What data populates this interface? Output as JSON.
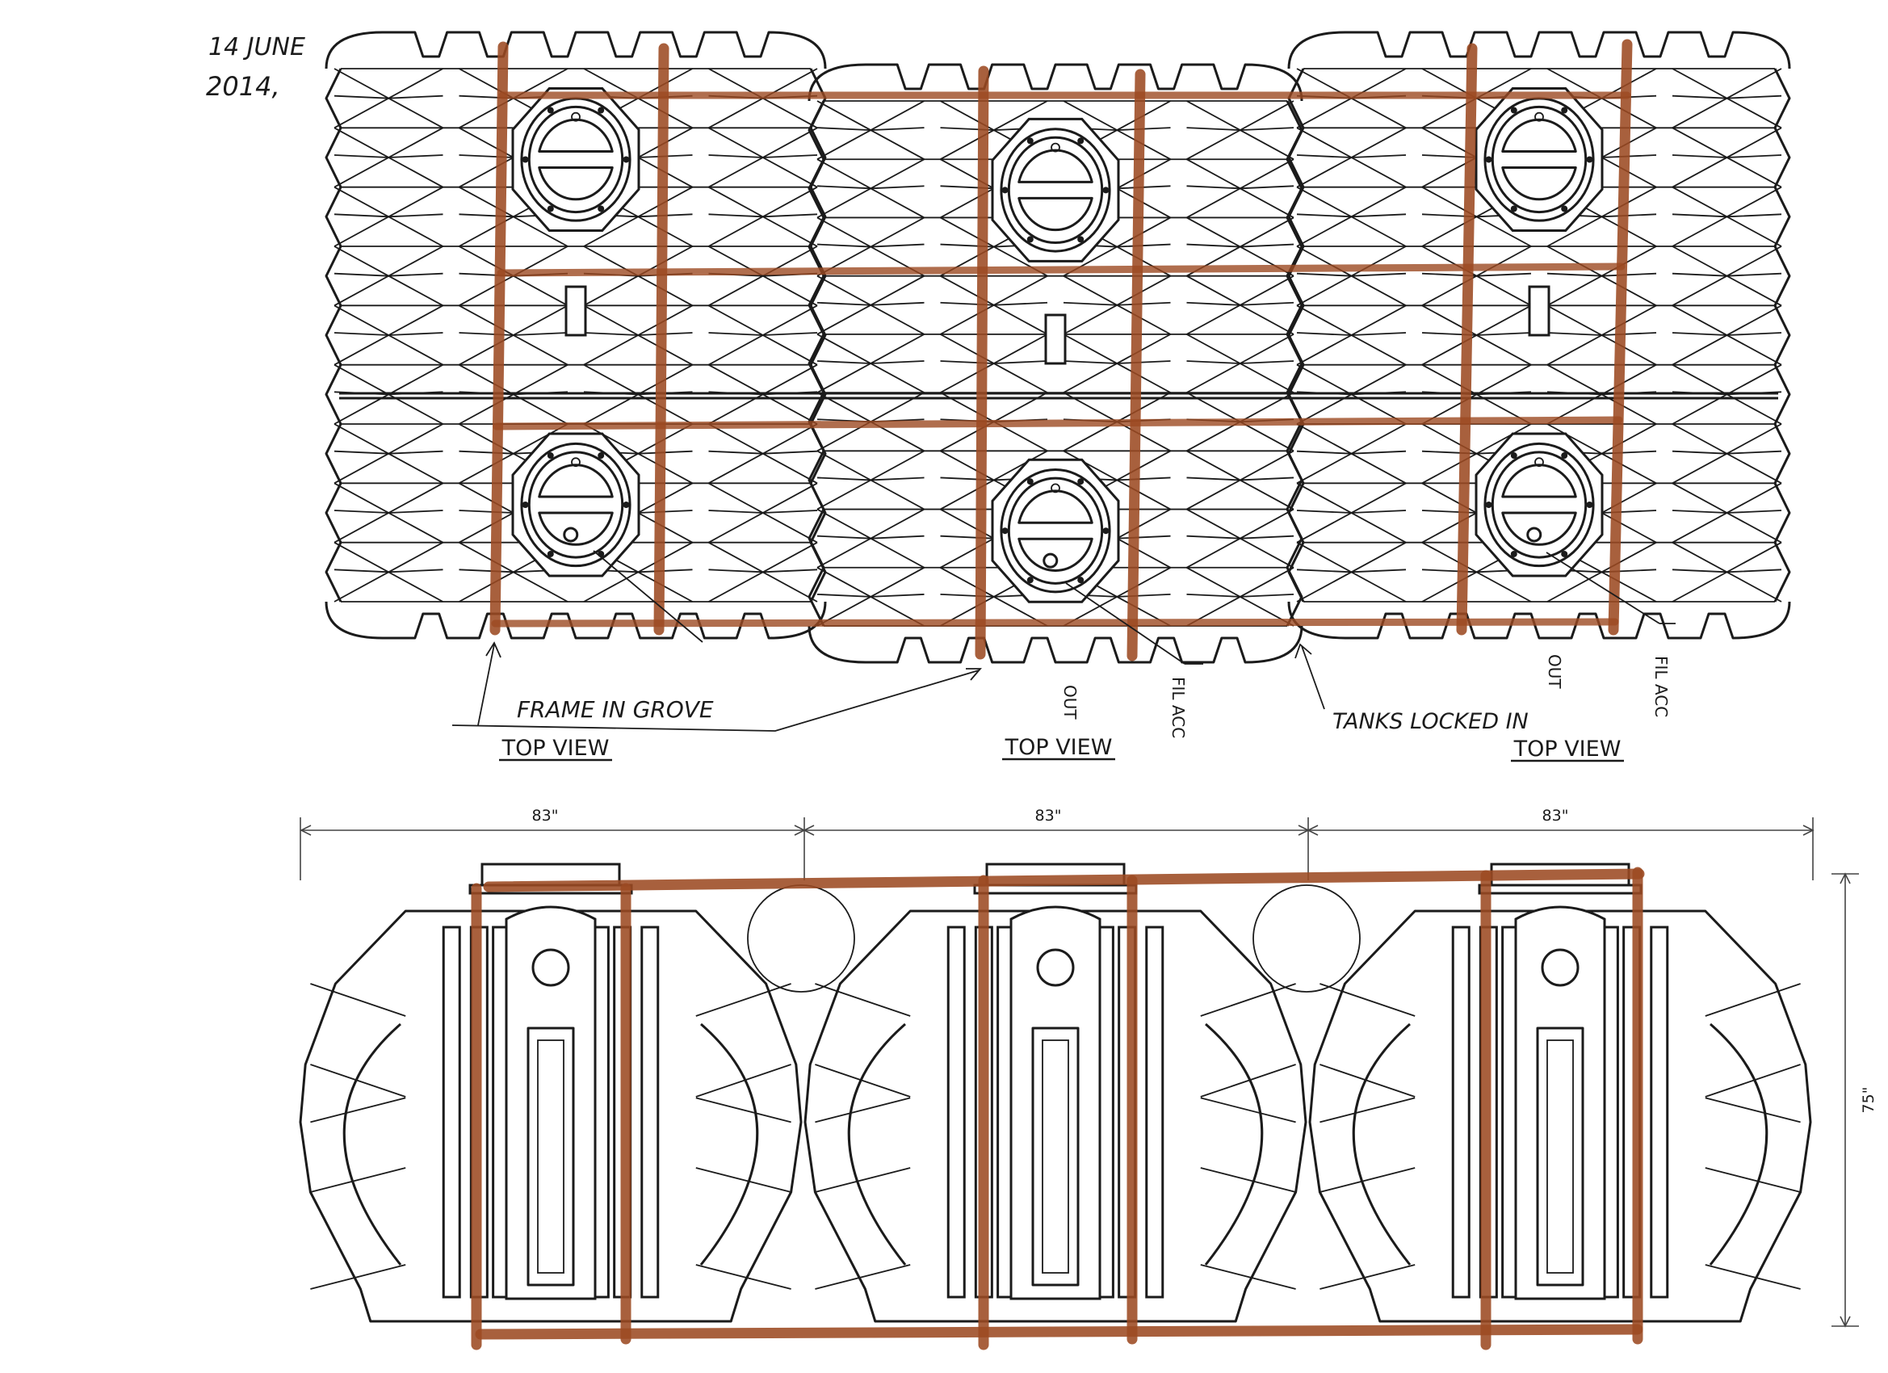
{
  "handwritten_date": {
    "line1": "14 JUNE",
    "line2": "2014,"
  },
  "top_view": {
    "labels": [
      "TOP VIEW",
      "TOP VIEW",
      "TOP VIEW"
    ],
    "tank_ports": [
      {
        "out": "",
        "fil": ""
      },
      {
        "out": "OUT",
        "fil": "FIL ACC"
      },
      {
        "out": "OUT",
        "fil": "FIL ACC"
      }
    ]
  },
  "annotations": {
    "frame_in_groove": "FRAME IN GROVE",
    "tanks_locked_in": "TANKS LOCKED IN"
  },
  "side_view": {
    "width_dims": [
      "83\"",
      "83\"",
      "83\""
    ],
    "height_dim": "75\""
  },
  "colors": {
    "ink": "#1b1b1b",
    "frame": "#9c4a22",
    "paper": "#ffffff"
  }
}
